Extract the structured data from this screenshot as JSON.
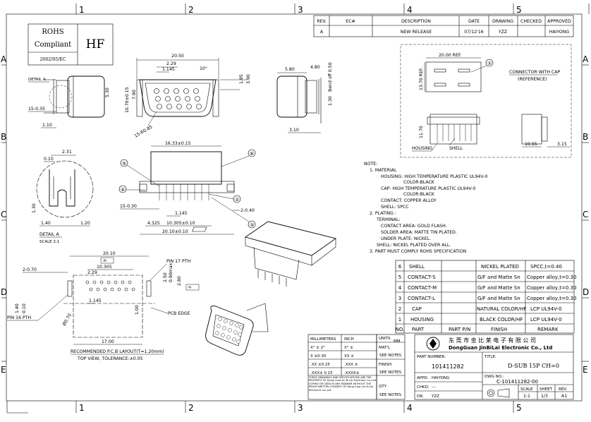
{
  "frame": {
    "columns": [
      "1",
      "2",
      "3",
      "4",
      "5"
    ],
    "rows": [
      "A",
      "B",
      "C",
      "D",
      "E"
    ]
  },
  "rohs": {
    "line1": "ROHS",
    "line2": "Compliant",
    "directive": "2002/95/EC",
    "hf": "HF"
  },
  "revision_table": {
    "headers": [
      "REV.",
      "EC#",
      "DESCRIPTION",
      "DATE",
      "DRAWING",
      "CHECKED",
      "APPROVED"
    ],
    "row": [
      "A",
      "",
      "NEW RELEASE",
      "07/12'16",
      "YZZ",
      "",
      "HAIYONG"
    ]
  },
  "dims": {
    "top_width": "20.50",
    "d229": "2.29",
    "d1145": "1.145",
    "d10deg": "10°",
    "d195": "1.95",
    "d390": "3.90",
    "d530": "5.30",
    "d1070": "10.70±0.15",
    "d790": "7.90",
    "d15r085": "15-R0.85",
    "d580": "5.80",
    "d480": "4.80",
    "bend": "Bend off 0.50",
    "d130": "1.30",
    "d310": "3.10",
    "d1633": "16.33±0.15",
    "d15_030": "15-0.30",
    "d2_040": "2-0.40",
    "d4325": "4.325",
    "d10305": "10.305±0.10",
    "d2010": "20.10±0.10",
    "d1145b": "1.145",
    "d15_035": "15-0.35",
    "d110": "1.10",
    "d231": "2.31",
    "d010": "0.10",
    "d140": "1.40",
    "d120": "1.20",
    "d130b": "1.30",
    "detail_a_ref": "DETAIL A",
    "detail_a": "DETAIL A",
    "scale": "SCALE 2:1",
    "ref_width": "20.00 REF.",
    "ref_height": "13.70 REF.",
    "d1170": "11.70",
    "d1055": "10.55",
    "d315": "3.15",
    "connector_with_cap": "CONNECTOR WITH CAP",
    "reference": "(REFERENCE)",
    "housing": "HOUSING",
    "shell": "SHELL"
  },
  "pcb": {
    "d2010": "20.10",
    "x_label": "-X-",
    "d10305": "10.305",
    "d229": "2.29",
    "d2_070": "2-0.70",
    "d1145": "1.145",
    "pin17": "PIN 17 PTH",
    "d250": "2.50",
    "d090": "0.90max",
    "d280": "2.80",
    "y_label": "-Y-",
    "d140": "1.40",
    "d010": "0.10",
    "d100": "1.00",
    "pin16": "PIN 16 PTH",
    "phi070": "Ø0.70",
    "pcb_edge": "PCB EDGE",
    "d1700": "17.00",
    "layout": "RECOMMENDED P.C.B LAYOUT(T=1.20mm)",
    "topview": "TOP VIEW, TOLERANCE:±0.05"
  },
  "callouts": [
    "①",
    "②",
    "③",
    "④",
    "⑤",
    "⑥"
  ],
  "notes": [
    "NOTE:",
    "1. MATERIAL",
    "HOUSING: HIGH TEMPERATURE PLASTIC UL94V-0",
    "COLOR:BLACK",
    "CAP: HIGH TEMPERATURE PLASTIC UL94V-0",
    "COLOR:BLACK",
    "CONTACT: COPPER ALLOY",
    "SHELL: SPCC",
    "2. PLATING :",
    "TERMINAL:",
    "CONTACT AREA: GOLD FLASH.",
    "SOLDER AREA: MATTE TIN  PLATED.",
    "UNDER PLATE: NICKEL.",
    "SHELL: NICKEL PLATED OVER ALL.",
    "3. PART MUST COMPLY ROHS SPECIFICATION"
  ],
  "bom": [
    [
      "6",
      "SHELL",
      "",
      "NICKEL PLATED",
      "SPCC,t=0.40"
    ],
    [
      "5",
      "CONTACT-S",
      "",
      "G/F and Matte Sn",
      "Copper alloy,t=0.30"
    ],
    [
      "4",
      "CONTACT-M",
      "",
      "G/F and Matte Sn",
      "Copper alloy,t=0.30"
    ],
    [
      "3",
      "CONTACT-L",
      "",
      "G/F and Matte Sn",
      "Copper alloy,t=0.30"
    ],
    [
      "2",
      "CAP",
      "",
      "NATURAL COLOR/HF",
      "LCP UL94V-0"
    ],
    [
      "1",
      "HOUSING",
      "",
      "BLACK COLOR/HF",
      "LCP UL94V-0"
    ]
  ],
  "bom_header": [
    "NO.",
    "PART",
    "PART P/N",
    "FINISH",
    "REMARK"
  ],
  "tol": {
    "h1": "MILLIMETERS",
    "h2": "INCH",
    "rows": [
      [
        "X° ± 2°",
        "X° ±"
      ],
      [
        "X  ±0.30",
        "XX ±"
      ],
      [
        ".XX ±0.25",
        ".XXX ±"
      ],
      [
        ".XXX± 0.15",
        ".XXXX±"
      ]
    ],
    "legal": "THESE DRAWINGS AND SPECIFICATIONS ARE THE PROPERTY OF Dong Guan Jin Bi Lai Electronic Co.,Ltd COPIED OR USED IN ANY MANNER WITHOUT THE PRIOR WRITTEN CONSENT OF Dong Guan Jin Bi Lai Electronic Co.,Ltd",
    "units": "UNITS",
    "mm": "MM",
    "matl": "MAT'L",
    "see1": "SEE NOTES",
    "finish": "FINISH",
    "see2": "SEE NOTES",
    "qty": "QTY",
    "see3": "SEE NOTES"
  },
  "title_block": {
    "company_cn": "东 莞 市 金 比 莱 电 子 有 限 公 司",
    "company_en": "DongGuan JinBiLai Electronic Co., Ltd",
    "part_number_label": "PART NUMBER:",
    "part_number": "101411282",
    "title_label": "TITLE:",
    "title": "D-SUB 15P CH=0",
    "appd_label": "APPD:",
    "appd": "HAIYONG",
    "chkd_label": "CHKD:",
    "chkd": "---",
    "dr_label": "DR:",
    "dr": "YZZ",
    "dwg_label": "DWG NO.:",
    "dwg": "C-101411282-00",
    "scale_label": "SCALE",
    "scale": "1:1",
    "sheet_label": "SHEET",
    "sheet": "1/3",
    "rev_label": "REV.",
    "rev": "A1"
  }
}
